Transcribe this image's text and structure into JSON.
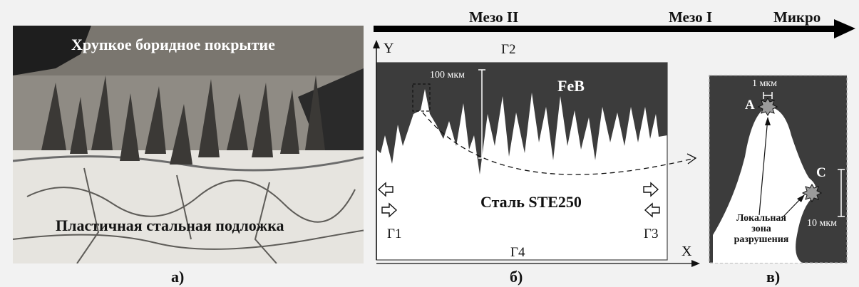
{
  "photo": {
    "top_caption": "Хрупкое боридное покрытие",
    "bottom_caption": "Пластичная стальная подложка",
    "label": "а)"
  },
  "scale_arrow": {
    "meso2": "Мезо II",
    "meso1": "Мезо I",
    "micro": "Микро"
  },
  "middle": {
    "y_axis": "Y",
    "x_axis": "X",
    "g1": "Г1",
    "g2": "Г2",
    "g3": "Г3",
    "g4": "Г4",
    "scale_100": "100 мкм",
    "coating": "FeB",
    "substrate": "Сталь STE250",
    "label": "б)"
  },
  "detail": {
    "scale_1": "1 мкм",
    "point_a": "A",
    "point_c": "C",
    "scale_10": "10 мкм",
    "zone_line1": "Локальная",
    "zone_line2": "зона",
    "zone_line3": "разрушения",
    "label": "в)"
  }
}
